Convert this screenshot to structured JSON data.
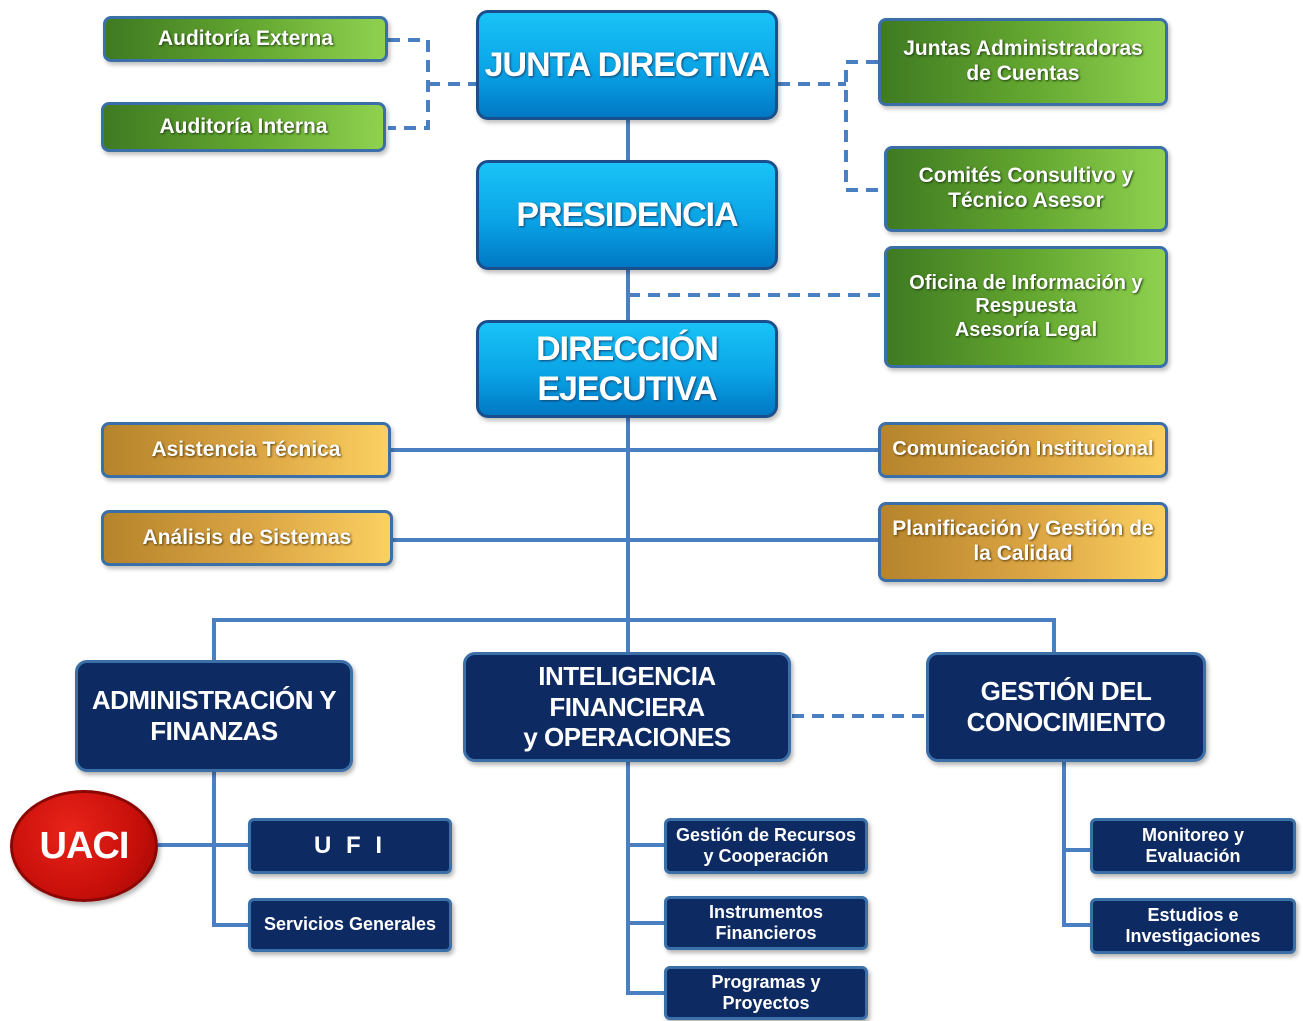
{
  "org": {
    "junta": "JUNTA DIRECTIVA",
    "presidencia": "PRESIDENCIA",
    "direccion": "DIRECCIÓN\nEJECUTIVA",
    "auditoria_externa": "Auditoría Externa",
    "auditoria_interna": "Auditoría Interna",
    "juntas_admin": "Juntas Administradoras\nde Cuentas",
    "comites": "Comités Consultivo y\nTécnico Asesor",
    "oficina": "Oficina de Información y\nRespuesta\nAsesoría Legal",
    "asistencia": "Asistencia Técnica",
    "analisis": "Análisis de Sistemas",
    "comunicacion": "Comunicación Institucional",
    "planificacion": "Planificación y Gestión de\nla Calidad",
    "admin_finanzas": "ADMINISTRACIÓN Y\nFINANZAS",
    "inteligencia": "INTELIGENCIA FINANCIERA\ny OPERACIONES",
    "gestion_conocimiento": "GESTIÓN DEL\nCONOCIMIENTO",
    "uaci": "UACI",
    "ufi": "U F I",
    "servicios": "Servicios Generales",
    "gestion_recursos": "Gestión de Recursos\ny Cooperación",
    "instrumentos": "Instrumentos\nFinancieros",
    "programas": "Programas y\nProyectos",
    "monitoreo": "Monitoreo y\nEvaluación",
    "estudios": "Estudios e\nInvestigaciones"
  },
  "colors": {
    "line": "#4a7fc1",
    "blue_box": "#0aa4e6",
    "green_box": "#62a52f",
    "gold_box": "#dca645",
    "navy_box": "#0e2a63",
    "red_oval": "#c80f0a"
  }
}
